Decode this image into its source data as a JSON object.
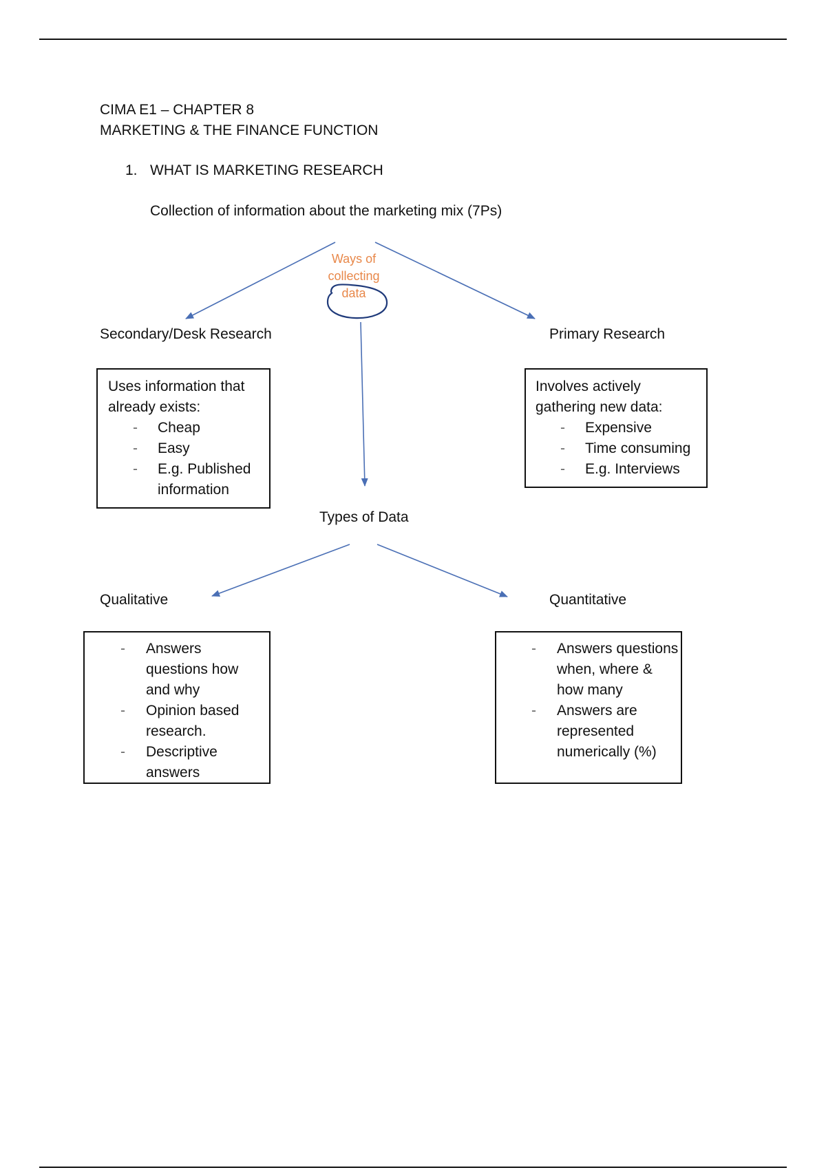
{
  "header": {
    "line1": "CIMA E1 – CHAPTER 8",
    "line2": "MARKETING & THE FINANCE FUNCTION"
  },
  "section": {
    "number": "1.",
    "title": "WHAT IS MARKETING RESEARCH",
    "definition": "Collection of information about the marketing mix (7Ps)"
  },
  "annotation": {
    "lines": [
      "Ways of",
      "collecting",
      "data"
    ],
    "color": "#e8884a",
    "circle_color": "#1f3a7a"
  },
  "arrow_color": "#4a6fb5",
  "secondary": {
    "heading": "Secondary/Desk Research",
    "intro": [
      "Uses information that",
      "already exists:"
    ],
    "bullets": [
      "Cheap",
      "Easy",
      "E.g. Published information"
    ]
  },
  "primary": {
    "heading": "Primary Research",
    "intro": [
      "Involves actively",
      "gathering new data:"
    ],
    "bullets": [
      "Expensive",
      "Time consuming",
      "E.g. Interviews"
    ]
  },
  "types_heading": "Types of Data",
  "qualitative": {
    "heading": "Qualitative",
    "bullets": [
      "Answers questions how and why",
      "Opinion based research.",
      "Descriptive answers"
    ]
  },
  "quantitative": {
    "heading": "Quantitative",
    "bullets": [
      "Answers questions when, where & how many",
      "Answers are represented numerically (%)"
    ]
  },
  "bullet_marker": "-"
}
